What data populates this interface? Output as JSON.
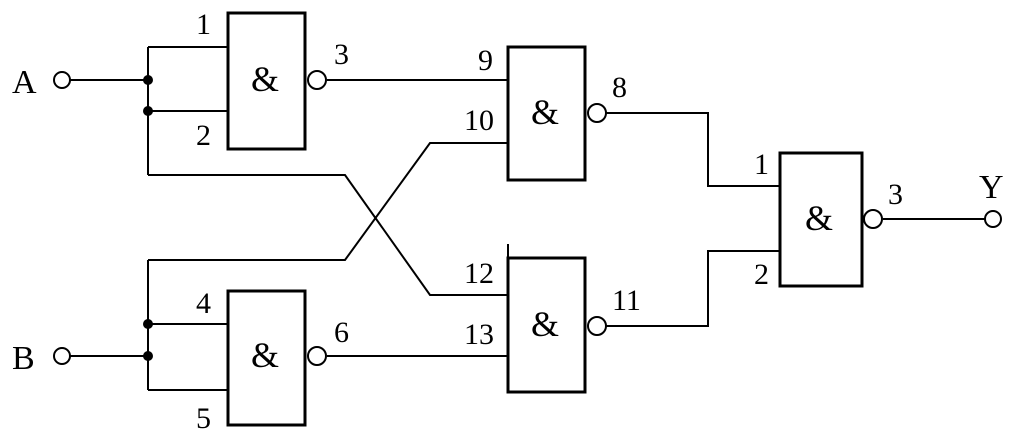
{
  "inputs": {
    "a": "A",
    "b": "B"
  },
  "output": {
    "y": "Y"
  },
  "gates": {
    "g1": {
      "symbol": "&",
      "in1": "1",
      "in2": "2",
      "out": "3"
    },
    "g2": {
      "symbol": "&",
      "in1": "4",
      "in2": "5",
      "out": "6"
    },
    "g3": {
      "symbol": "&",
      "in1": "9",
      "in2": "10",
      "out": "8"
    },
    "g4": {
      "symbol": "&",
      "in1": "12",
      "in2": "13",
      "out": "11"
    },
    "g5": {
      "symbol": "&",
      "in1": "1",
      "in2": "2",
      "out": "3"
    }
  }
}
